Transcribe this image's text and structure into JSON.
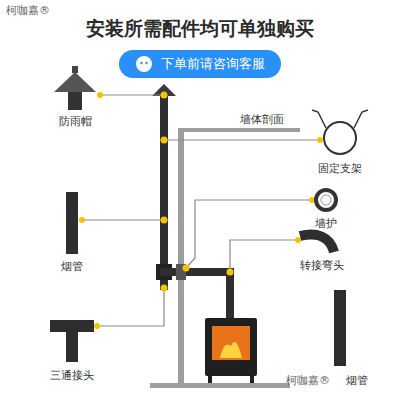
{
  "diagram": {
    "title": "安装所需配件均可单独购买",
    "nodes": [
      {
        "text": [
          "下单前请咨询客服"
        ]
      }
    ],
    "labels": [
      "柯咖嘉®",
      "墙体剖面",
      "防雨帽",
      "固定支架",
      "墙护",
      "烟管",
      "转接弯头",
      "三通接头",
      "柯咖嘉®",
      "烟管"
    ]
  }
}
